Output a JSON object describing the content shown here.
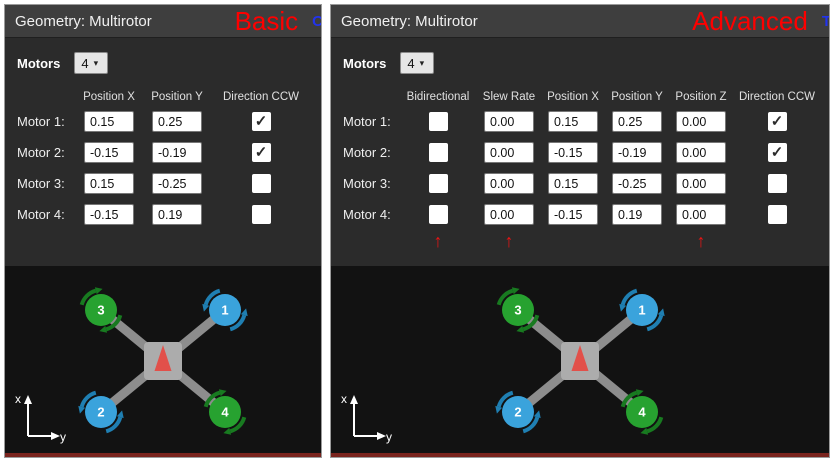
{
  "colors": {
    "mode_red": "#fe0000",
    "corner_blue": "#2233ee",
    "motor_blue": "#3aa3dc",
    "motor_blue_dark": "#1f7fb2",
    "motor_green": "#27a230",
    "motor_green_dark": "#187a20",
    "heading_arrow_red": "#e2504a",
    "hint_arrow_red": "#e81414",
    "strip_red": "#7a241e"
  },
  "icons": {
    "checkmark": "✓",
    "caret_down": "▾",
    "hint_arrow": "↑"
  },
  "panels": [
    {
      "id": "basic",
      "title": "Geometry: Multirotor",
      "mode_label": "Basic",
      "corner_glyph": "C",
      "motors_label": "Motors",
      "motor_count": "4",
      "columns": [
        {
          "label": "Position X",
          "name": "position-x",
          "kind": "input"
        },
        {
          "label": "Position Y",
          "name": "position-y",
          "kind": "input"
        },
        {
          "label": "Direction CCW",
          "name": "direction-ccw",
          "kind": "checkbox"
        }
      ],
      "rows": [
        {
          "label": "Motor 1:",
          "values": [
            "0.15",
            "0.25",
            true
          ]
        },
        {
          "label": "Motor 2:",
          "values": [
            "-0.15",
            "-0.19",
            true
          ]
        },
        {
          "label": "Motor 3:",
          "values": [
            "0.15",
            "-0.25",
            false
          ]
        },
        {
          "label": "Motor 4:",
          "values": [
            "-0.15",
            "0.19",
            false
          ]
        }
      ],
      "arrow_columns": []
    },
    {
      "id": "advanced",
      "title": "Geometry: Multirotor",
      "mode_label": "Advanced",
      "corner_glyph": "T",
      "motors_label": "Motors",
      "motor_count": "4",
      "columns": [
        {
          "label": "Bidirectional",
          "name": "bidirectional",
          "kind": "checkbox"
        },
        {
          "label": "Slew Rate",
          "name": "slew-rate",
          "kind": "input"
        },
        {
          "label": "Position X",
          "name": "position-x",
          "kind": "input"
        },
        {
          "label": "Position Y",
          "name": "position-y",
          "kind": "input"
        },
        {
          "label": "Position Z",
          "name": "position-z",
          "kind": "input"
        },
        {
          "label": "Direction CCW",
          "name": "direction-ccw",
          "kind": "checkbox"
        }
      ],
      "rows": [
        {
          "label": "Motor 1:",
          "values": [
            false,
            "0.00",
            "0.15",
            "0.25",
            "0.00",
            true
          ]
        },
        {
          "label": "Motor 2:",
          "values": [
            false,
            "0.00",
            "-0.15",
            "-0.19",
            "0.00",
            true
          ]
        },
        {
          "label": "Motor 3:",
          "values": [
            false,
            "0.00",
            "0.15",
            "-0.25",
            "0.00",
            false
          ]
        },
        {
          "label": "Motor 4:",
          "values": [
            false,
            "0.00",
            "-0.15",
            "0.19",
            "0.00",
            false
          ]
        }
      ],
      "arrow_columns": [
        0,
        1,
        4
      ]
    }
  ],
  "diagram": {
    "motors": [
      {
        "number": "3",
        "position": "top-left",
        "color": "green",
        "direction": "cw"
      },
      {
        "number": "1",
        "position": "top-right",
        "color": "blue",
        "direction": "ccw"
      },
      {
        "number": "2",
        "position": "bottom-left",
        "color": "blue",
        "direction": "ccw"
      },
      {
        "number": "4",
        "position": "bottom-right",
        "color": "green",
        "direction": "cw"
      }
    ],
    "axis": {
      "vertical_label": "x",
      "horizontal_label": "y"
    }
  }
}
